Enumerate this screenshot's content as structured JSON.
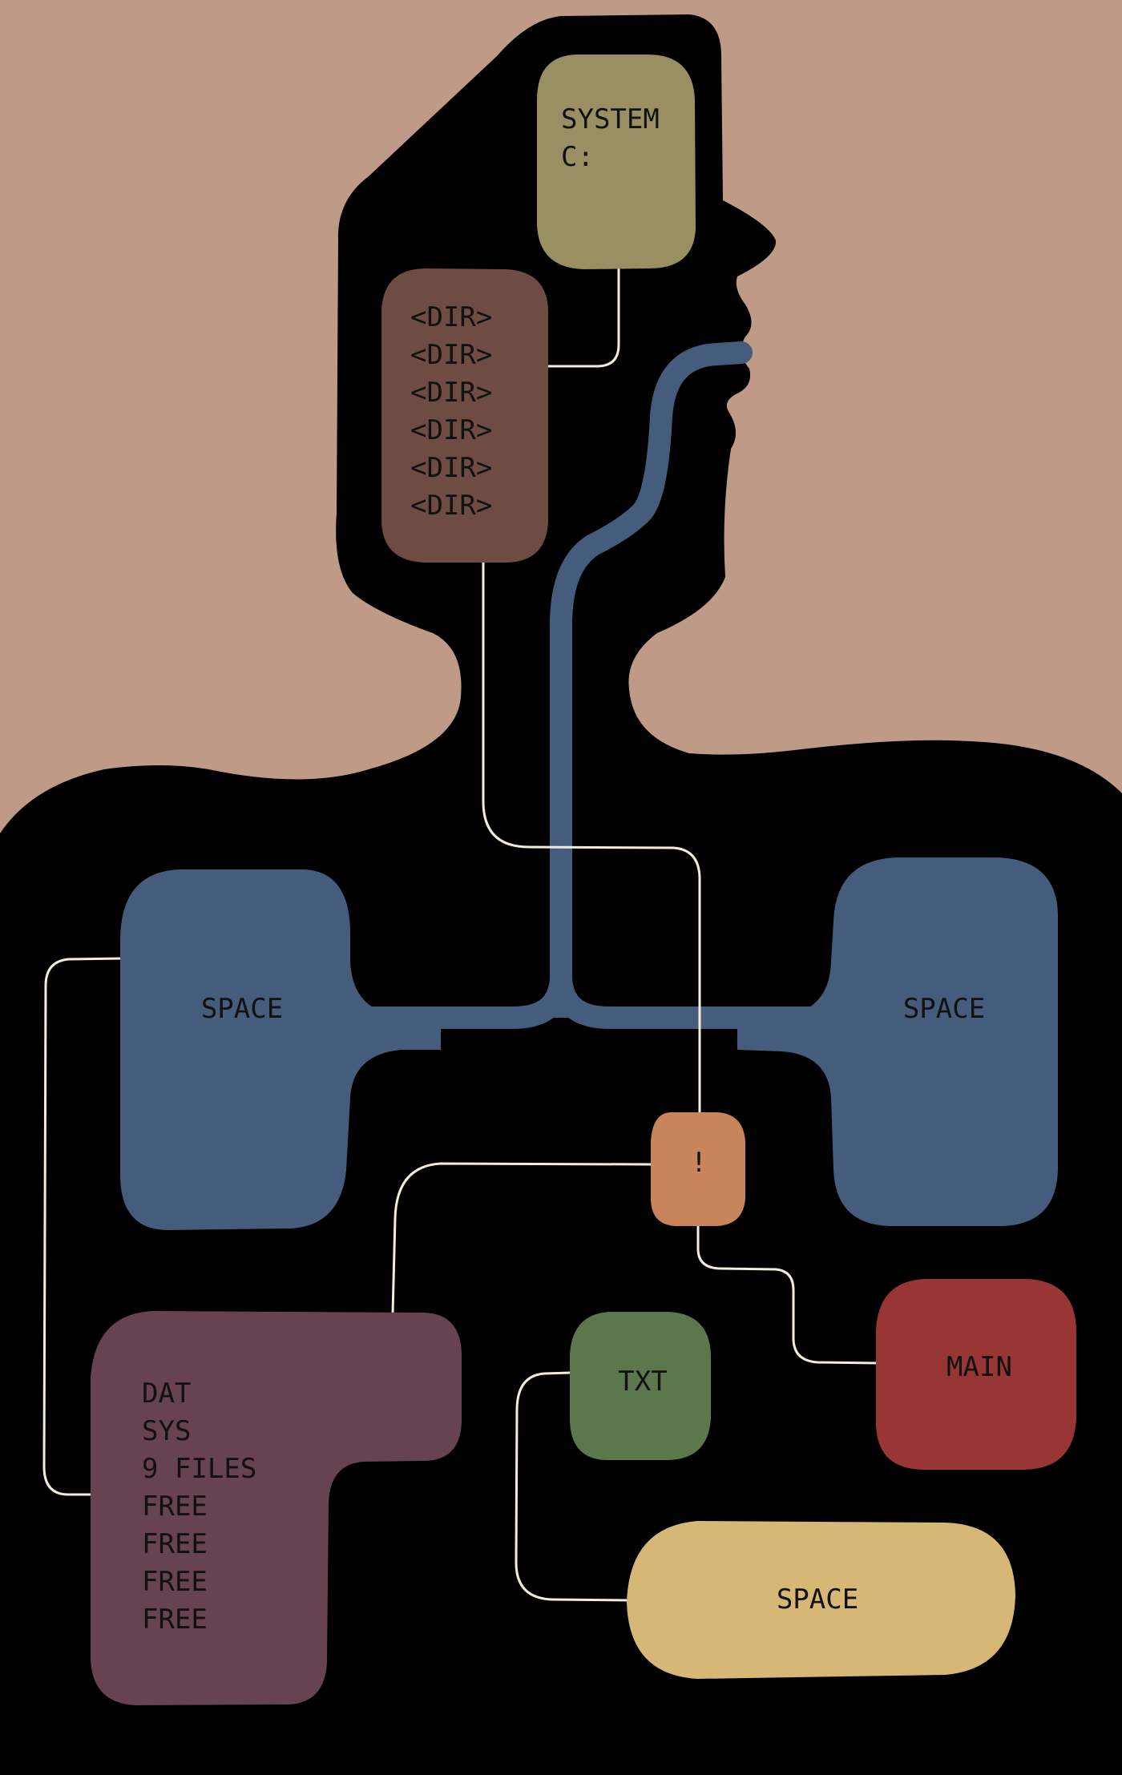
{
  "colors": {
    "background": "#bf9a87",
    "silhouette": "#000000",
    "pipe": "#465c7c",
    "wire": "#f2ecd8",
    "system_box": "#9a8f62",
    "dir_box": "#6f4c43",
    "space_box": "#465c7c",
    "alert_box": "#c8845a",
    "main_box": "#983636",
    "txt_box": "#5c774c",
    "files_box": "#674251",
    "bottom_space_box": "#d6b775"
  },
  "labels": {
    "system": [
      "SYSTEM",
      "C:"
    ],
    "dirs": [
      "<DIR>",
      "<DIR>",
      "<DIR>",
      "<DIR>",
      "<DIR>",
      "<DIR>"
    ],
    "space_left": "SPACE",
    "space_right": "SPACE",
    "alert": "!",
    "main": "MAIN",
    "txt": "TXT",
    "files": [
      "DAT",
      "SYS",
      "9 FILES",
      "FREE",
      "FREE",
      "FREE",
      "FREE"
    ],
    "space_bottom": "SPACE"
  }
}
